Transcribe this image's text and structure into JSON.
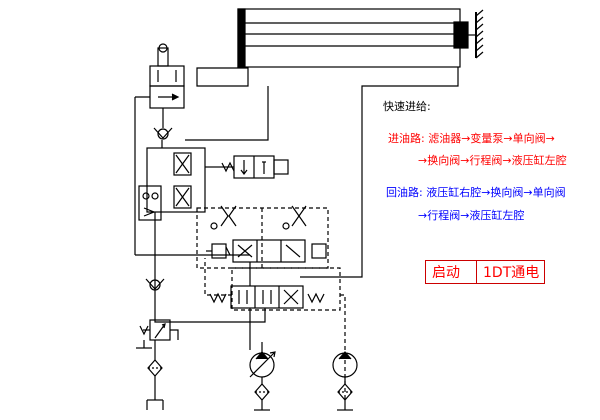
{
  "diagram": {
    "title": "快速进给:",
    "supply_path": {
      "line1": "进油路: 滤油器→变量泵→单向阀→",
      "line2": "→换向阀→行程阀→液压缸左腔"
    },
    "return_path": {
      "line1": "回油路: 液压缸右腔→换向阀→单向阀",
      "line2": "→行程阀→液压缸左腔"
    },
    "status": {
      "action": "启动",
      "signal": "1DT通电"
    }
  },
  "colors": {
    "supply_text": "#ff0000",
    "return_text": "#0000ff",
    "lines": "#000000",
    "status_border": "#cc0000"
  }
}
